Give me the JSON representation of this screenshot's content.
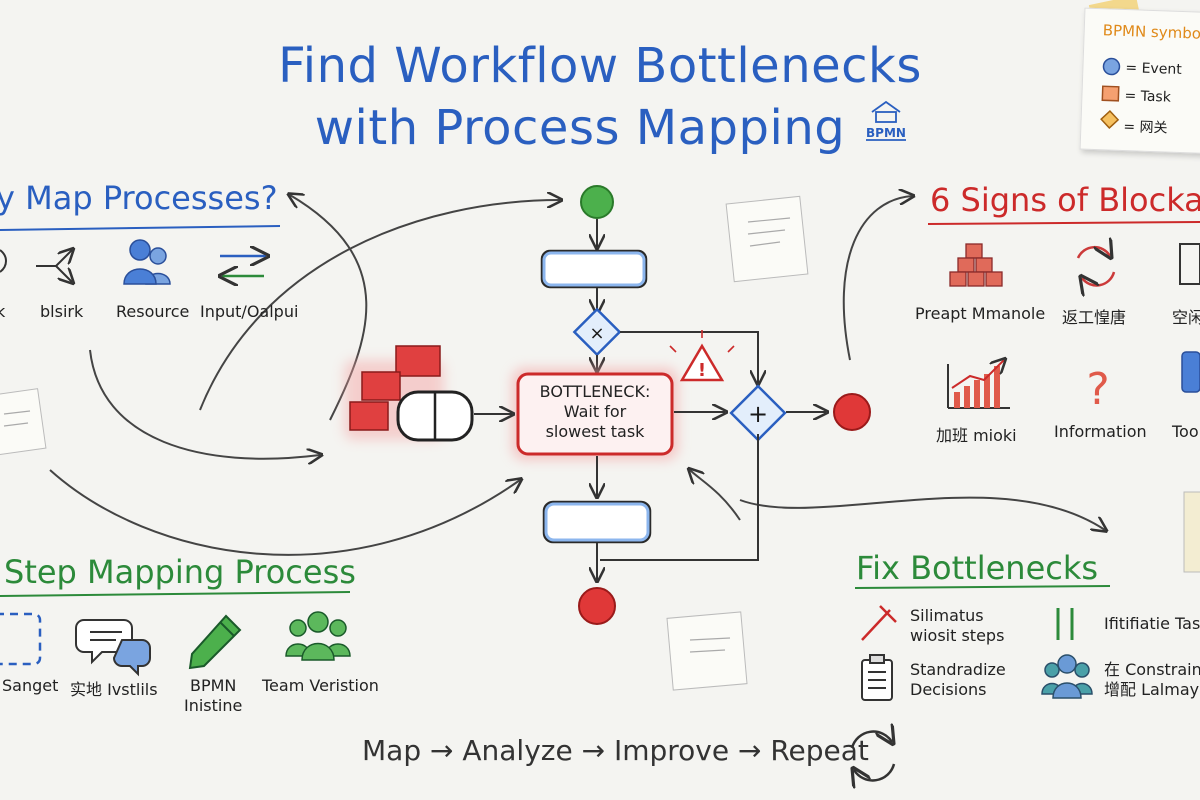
{
  "title": {
    "line1": "Find Workflow Bottlenecks",
    "line2": "with Process Mapping",
    "badge": "BPMN"
  },
  "legend": {
    "header": "BPMN symbols",
    "items": [
      {
        "label": "= Event",
        "icon": "circle-icon",
        "color": "#4a8de0"
      },
      {
        "label": "= Task",
        "icon": "square-icon",
        "color": "#f0954a"
      },
      {
        "label": "= 网关",
        "icon": "diamond-icon",
        "color": "#f0a83a"
      }
    ]
  },
  "why": {
    "heading": "y Map Processes?",
    "items": [
      {
        "label": "k",
        "icon": "partial-icon"
      },
      {
        "label": "blsirk",
        "icon": "branch-icon"
      },
      {
        "label": "Resource",
        "icon": "people-icon"
      },
      {
        "label": "Input/Oalpui",
        "icon": "swap-arrows-icon"
      }
    ]
  },
  "signs": {
    "heading": "6 Signs of Blocka",
    "items": [
      {
        "label": "Preapt Mmanole",
        "icon": "boxes-stack-icon"
      },
      {
        "label": "返工惶唐",
        "icon": "rework-cycle-icon"
      },
      {
        "label": "空闲",
        "icon": "idle-icon"
      },
      {
        "label": "加班 mioki",
        "icon": "rising-chart-icon"
      },
      {
        "label": "Information",
        "icon": "question-icon"
      },
      {
        "label": "Too",
        "icon": "tool-icon"
      }
    ]
  },
  "steps": {
    "heading": "Step Mapping Process",
    "items": [
      {
        "label": "Sanget",
        "icon": "dashed-box-icon"
      },
      {
        "label": "实地 Ivstlils",
        "icon": "chat-bubbles-icon"
      },
      {
        "label": "BPMN",
        "label2": "Inistine",
        "icon": "pencil-icon"
      },
      {
        "label": "Team Veristion",
        "icon": "team-icon"
      }
    ]
  },
  "fix": {
    "heading": "Fix Bottlenecks",
    "items": [
      {
        "label": "Silimatus",
        "label2": "wiosit steps",
        "icon": "cut-icon"
      },
      {
        "label": "Ifitifiatie Tas",
        "icon": "parallel-bars-icon"
      },
      {
        "label": "Standradize",
        "label2": "Decisions",
        "icon": "clipboard-icon"
      },
      {
        "label": "在 Constrain",
        "label2": "增配 Lalmay",
        "icon": "team-icon"
      }
    ]
  },
  "flow": {
    "gateway_x": "×",
    "gateway_plus": "+",
    "bottleneck": {
      "line1": "BOTTLENECK:",
      "line2": "Wait for",
      "line3": "slowest task"
    },
    "warning": "!"
  },
  "cycle": {
    "text": "Map → Analyze → Improve → Repeat"
  },
  "colors": {
    "blue": "#2a5fc0",
    "red": "#cc2a2a",
    "green": "#2c8a3a",
    "orange": "#e08a1a"
  }
}
